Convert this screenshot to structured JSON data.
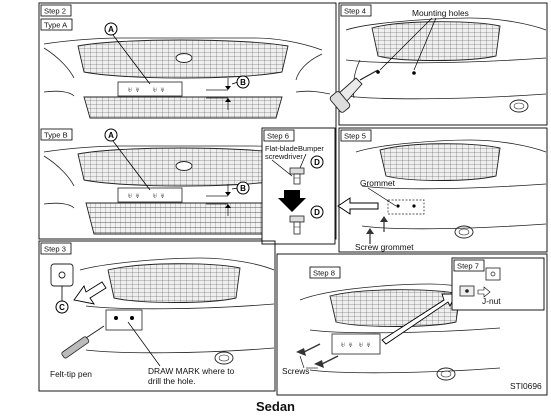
{
  "figure_code": "STI0696",
  "caption": "Sedan",
  "panel1": {
    "step": "Step 2",
    "type_a": "Type A",
    "type_b": "Type B",
    "callout_a": "A",
    "callout_b": "B"
  },
  "panel4": {
    "step": "Step 4",
    "mounting_holes": "Mounting holes"
  },
  "panel6": {
    "step": "Step 6",
    "flat_blade_line1": "Flat-blade",
    "flat_blade_line2": "screwdriver",
    "bumper": "Bumper",
    "callout_d": "D"
  },
  "panel5": {
    "step": "Step 5",
    "grommet": "Grommet",
    "screw_grommet": "Screw grommet"
  },
  "panel3": {
    "step": "Step 3",
    "callout_c": "C",
    "felt_tip_pen": "Felt-tip pen",
    "draw_mark_line1": "DRAW MARK where to",
    "draw_mark_line2": "drill the hole."
  },
  "panel8": {
    "step": "Step 8",
    "screws": "Screws"
  },
  "panel7": {
    "step": "Step 7",
    "j_nut": "J-nut"
  }
}
